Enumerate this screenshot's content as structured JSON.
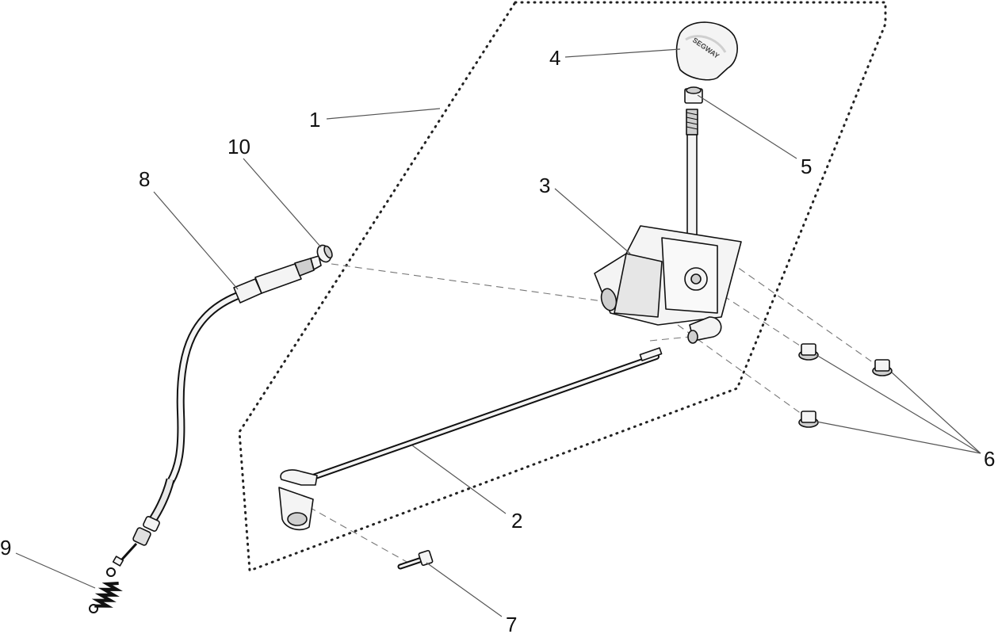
{
  "callouts": [
    {
      "id": "1",
      "label": "1"
    },
    {
      "id": "2",
      "label": "2"
    },
    {
      "id": "3",
      "label": "3"
    },
    {
      "id": "4",
      "label": "4"
    },
    {
      "id": "5",
      "label": "5"
    },
    {
      "id": "6",
      "label": "6"
    },
    {
      "id": "7",
      "label": "7"
    },
    {
      "id": "8",
      "label": "8"
    },
    {
      "id": "9",
      "label": "9"
    },
    {
      "id": "10",
      "label": "10"
    }
  ],
  "knob_logo_text": "SEGWAY",
  "colors": {
    "line": "#111111",
    "leader": "#555555",
    "part_fill": "#f4f4f4",
    "part_shade": "#cfcfcf",
    "background": "#ffffff"
  }
}
